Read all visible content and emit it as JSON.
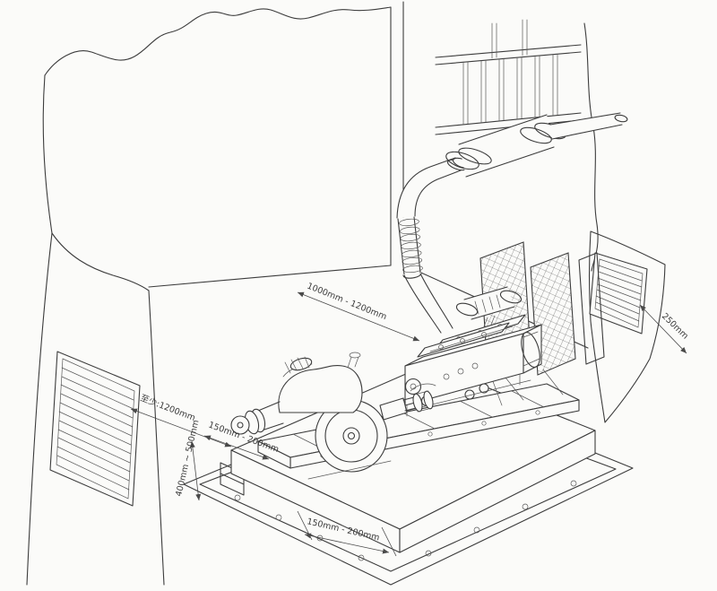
{
  "figure": {
    "background": "#fbfbf9",
    "line_color": "#3c3c3c"
  },
  "annotations": {
    "exhaust_clearance": "1000mm - 1200mm",
    "wall_min_distance": "至少:1200mm",
    "side_gap": "150mm - 200mm",
    "foundation_depth": "400mm ~ 500mm",
    "front_gap": "150mm - 200mm",
    "louver_offset": "250mm"
  }
}
